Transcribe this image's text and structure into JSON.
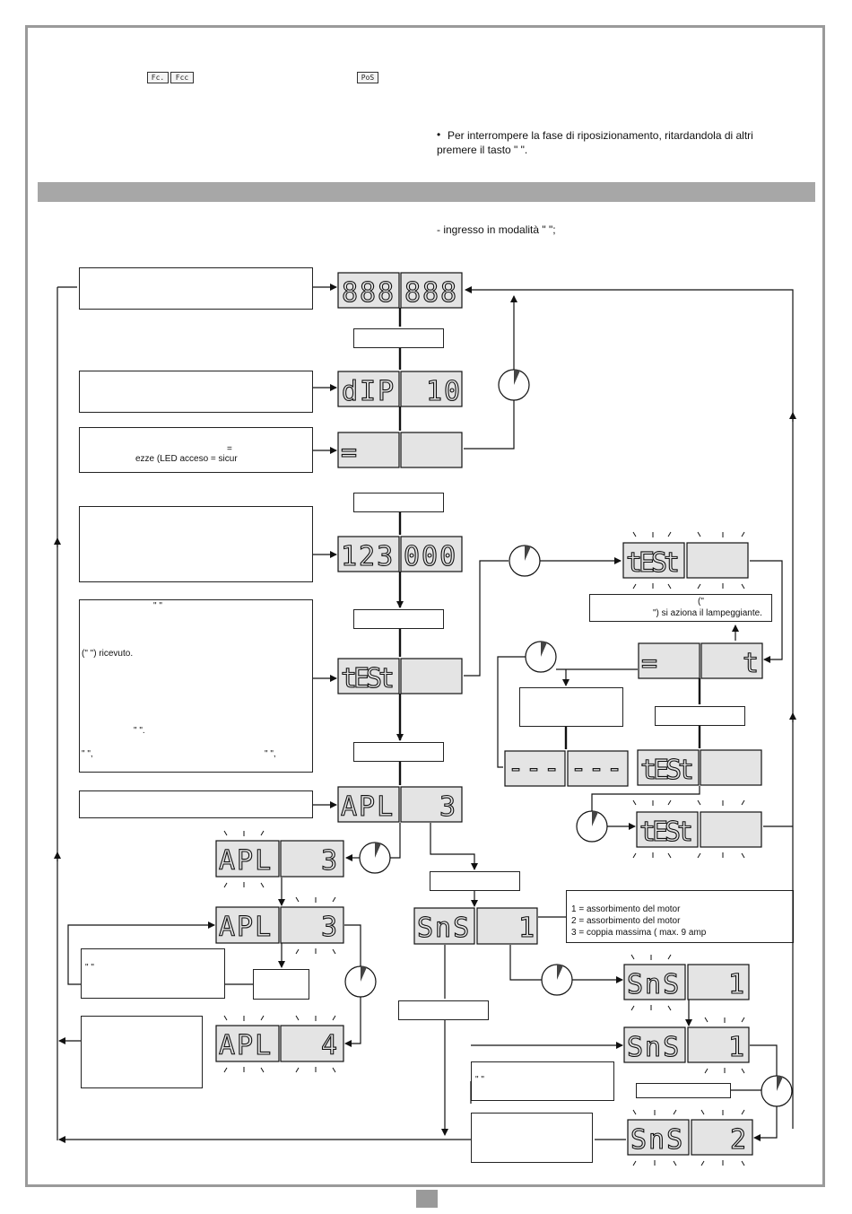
{
  "header": {
    "mini_displays": [
      "Fc.",
      "Fcc",
      "PoS"
    ],
    "note_bullet": "•",
    "note_line1": "Per interrompere la fase di riposizionamento, ritardandola di altri",
    "note_line2": "premere il tasto \"          \".",
    "section_item": "-  ingresso in modalità \"       \";"
  },
  "boxes": {
    "safety_text_line1": "=",
    "safety_text_line2": "ezze (LED acceso = sicur",
    "test_quote_marks": "\"     \"",
    "test_received": "(\"                                                   \") ricevuto.",
    "test_quote_marks_2": "\"     \".",
    "test_quote_left": "\"          \",",
    "test_quote_right": "\"     \",",
    "flash_line1": "(\"",
    "flash_line2": "\") si aziona il lampeggiante.",
    "sns_line1": "1 = assorbimento del motor",
    "sns_line2": "2 = assorbimento del motor",
    "sns_line3": "3 = coppia massima ( max. 9 amp",
    "apl_quote": "\"        \"",
    "sns_quote": "\"        \""
  },
  "displays": {
    "d1_l": "888",
    "d1_r": "888",
    "d2_l": "dIP",
    "d2_r": "10",
    "d3_l": "=",
    "d3_r": "",
    "d4_l": "123",
    "d4_r": "000",
    "d5_l": "tESt",
    "d5_r": "",
    "d6_l": "APL",
    "d6_r": "3",
    "d7_l": "APL",
    "d7_r": "3",
    "d8_l": "APL",
    "d8_r": "3",
    "d9_l": "APL",
    "d9_r": "4",
    "d10_l": "tESt",
    "d10_r": "",
    "d11_l": "=",
    "d11_r": "t",
    "d12_l": "---",
    "d12_r": "---",
    "d13_l": "tESt",
    "d13_r": "",
    "d14_l": "tESt",
    "d14_r": "",
    "d15_l": "SnS",
    "d15_r": "1",
    "d16_l": "SnS",
    "d16_r": "1",
    "d17_l": "SnS",
    "d17_r": "1",
    "d18_l": "SnS",
    "d18_r": "2"
  }
}
